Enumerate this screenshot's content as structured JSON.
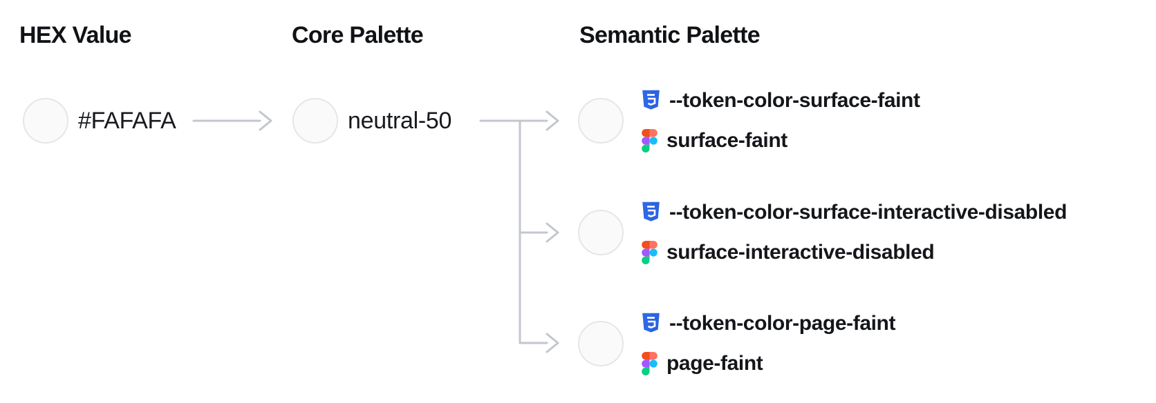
{
  "diagram": {
    "columns": [
      {
        "id": "hex",
        "heading": "HEX Value"
      },
      {
        "id": "core",
        "heading": "Core Palette"
      },
      {
        "id": "semantic",
        "heading": "Semantic Palette"
      }
    ],
    "hex_value": "#FAFAFA",
    "core_name": "neutral-50",
    "semantic_tokens": [
      {
        "css_variable": "--token-color-surface-faint",
        "figma_style": "surface-faint"
      },
      {
        "css_variable": "--token-color-surface-interactive-disabled",
        "figma_style": "surface-interactive-disabled"
      },
      {
        "css_variable": "--token-color-page-faint",
        "figma_style": "page-faint"
      }
    ]
  },
  "colors": {
    "swatch_fill": "#FAFAFA",
    "swatch_border": "#E4E6EA",
    "connector": "#C3C6CC",
    "text": "#14161A",
    "css_icon_blue": "#2E68E8",
    "css_icon_blue_dark": "#2559D6",
    "figma_orange": "#F24E1E",
    "figma_salmon": "#FF7262",
    "figma_purple": "#A259FF",
    "figma_blue": "#1ABCFE",
    "figma_green": "#0ACF83"
  }
}
